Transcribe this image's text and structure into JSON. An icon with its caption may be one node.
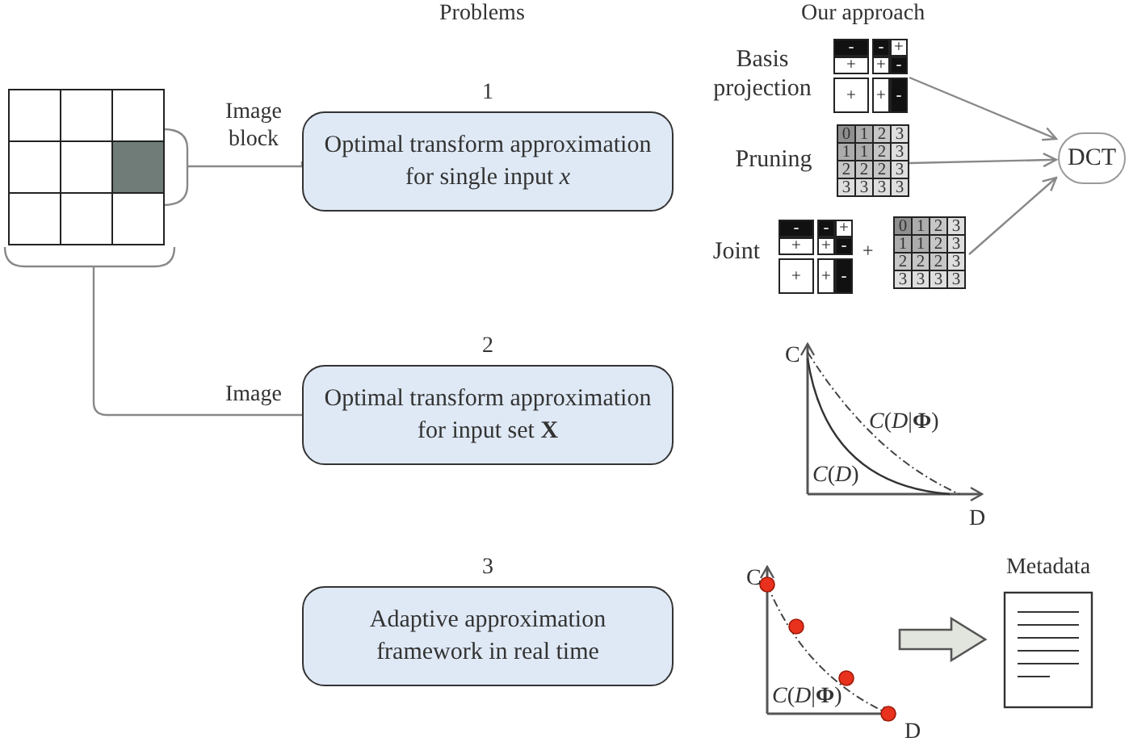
{
  "diagram": {
    "nodes": [
      {
        "text": [],
        "shape": "grid"
      },
      {
        "text": [],
        "shape": "bar",
        "in": 0
      },
      {
        "text": [
          "Optimal transform approximation for single input *x*"
        ],
        "beside": [
          "1"
        ]
      },
      {
        "text": [
          "Basis projection"
        ]
      },
      {
        "text": [
          "Pruning"
        ]
      },
      {
        "text": [
          "Joint"
        ]
      },
      {
        "text": [
          "DCT"
        ]
      },
      {
        "text": [
          "Optimal transform approximation for input set **X**"
        ],
        "beside": [
          "2"
        ]
      },
      {
        "text": [
          "Adaptive approximation framework in real time"
        ],
        "beside": [
          "3"
        ]
      },
      {
        "text": [],
        "shape": "chart"
      },
      {
        "text": [
          "Metadata"
        ]
      }
    ],
    "edges": [
      {
        "from": 1,
        "to": 2,
        "arrow": "none",
        "label": "Image block"
      },
      {
        "from": 0,
        "to": 7,
        "arrow": "none",
        "label": "Image"
      },
      {
        "from": 3,
        "to": 6,
        "arrow": "to"
      },
      {
        "from": 4,
        "to": 6,
        "arrow": "to"
      },
      {
        "from": 5,
        "to": 6,
        "arrow": "to"
      },
      {
        "from": 9,
        "to": 10,
        "arrow": "to",
        "style": "thick"
      }
    ],
    "labels": [
      "Problems",
      "Our approach",
      "-",
      "-",
      "+",
      "+",
      "+",
      "-",
      "+",
      "+",
      "-",
      "0",
      "1",
      "2",
      "3",
      "1",
      "1",
      "2",
      "3",
      "2",
      "2",
      "2",
      "3",
      "3",
      "3",
      "3",
      "3",
      "-",
      "-",
      "+",
      "+",
      "+",
      "-",
      "+",
      "+",
      "-",
      "+",
      "0",
      "1",
      "2",
      "3",
      "1",
      "1",
      "2",
      "3",
      "2",
      "2",
      "2",
      "3",
      "3",
      "3",
      "3",
      "3",
      "C",
      "*C*(*D*|**Φ**)",
      "*C*(*D*)",
      "D",
      "C",
      "*C*(*D*|**Φ**)",
      "D"
    ]
  }
}
